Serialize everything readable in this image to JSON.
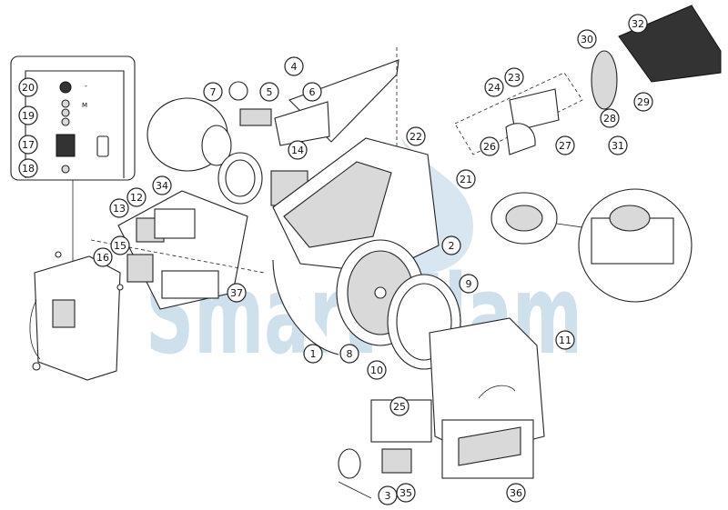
{
  "watermark": {
    "text": "Smart Flam",
    "color": "#a9c8e0"
  },
  "panel_symbols": {
    "minus": "-",
    "m": "M"
  },
  "callouts": [
    {
      "label": "1"
    },
    {
      "label": "2"
    },
    {
      "label": "3"
    },
    {
      "label": "4"
    },
    {
      "label": "5"
    },
    {
      "label": "6"
    },
    {
      "label": "7"
    },
    {
      "label": "8"
    },
    {
      "label": "9"
    },
    {
      "label": "10"
    },
    {
      "label": "11"
    },
    {
      "label": "12"
    },
    {
      "label": "13"
    },
    {
      "label": "14"
    },
    {
      "label": "15"
    },
    {
      "label": "16"
    },
    {
      "label": "17"
    },
    {
      "label": "18"
    },
    {
      "label": "19"
    },
    {
      "label": "20"
    },
    {
      "label": "21"
    },
    {
      "label": "22"
    },
    {
      "label": "23"
    },
    {
      "label": "24"
    },
    {
      "label": "25"
    },
    {
      "label": "26"
    },
    {
      "label": "27"
    },
    {
      "label": "28"
    },
    {
      "label": "29"
    },
    {
      "label": "30"
    },
    {
      "label": "31"
    },
    {
      "label": "32"
    },
    {
      "label": "34"
    },
    {
      "label": "35"
    },
    {
      "label": "36"
    },
    {
      "label": "37"
    }
  ]
}
